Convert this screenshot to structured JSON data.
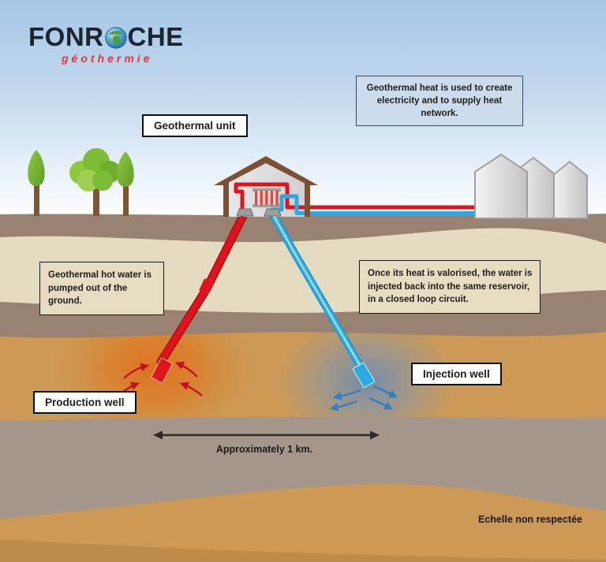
{
  "brand": {
    "name_prefix": "FONR",
    "name_suffix": "CHE",
    "tagline": "géothermie"
  },
  "annotations": {
    "geothermal_unit_label": "Geothermal unit",
    "heat_network_note": "Geothermal heat is used to create electricity and to supply heat network.",
    "hot_water_note": "Geothermal hot water is pumped out of the ground.",
    "reinjection_note": "Once its heat is valorised, the water is injected back into the same reservoir, in a closed loop circuit.",
    "production_well_label": "Production well",
    "injection_well_label": "Injection well",
    "distance_label": "Approximately 1 km.",
    "scale_disclaimer": "Echelle non respectée"
  },
  "colors": {
    "sky_top": "#a5c6e6",
    "sky_bottom": "#ffffff",
    "topsoil_taupe": "#9a8272",
    "sediment_cream": "#e5dbc1",
    "reservoir_tan": "#cc9956",
    "deep_clay_gray": "#a4968b",
    "hot_water_red": "#e1141d",
    "cold_water_blue": "#29abe2",
    "heat_plume_orange": "#df6f1c",
    "cold_plume_blue": "#5e87bd",
    "tree_green": "#76b82a",
    "logo_red": "#e8353b",
    "note_blue_bg": "#cddced",
    "note_tan_bg": "#e6dcc2"
  }
}
